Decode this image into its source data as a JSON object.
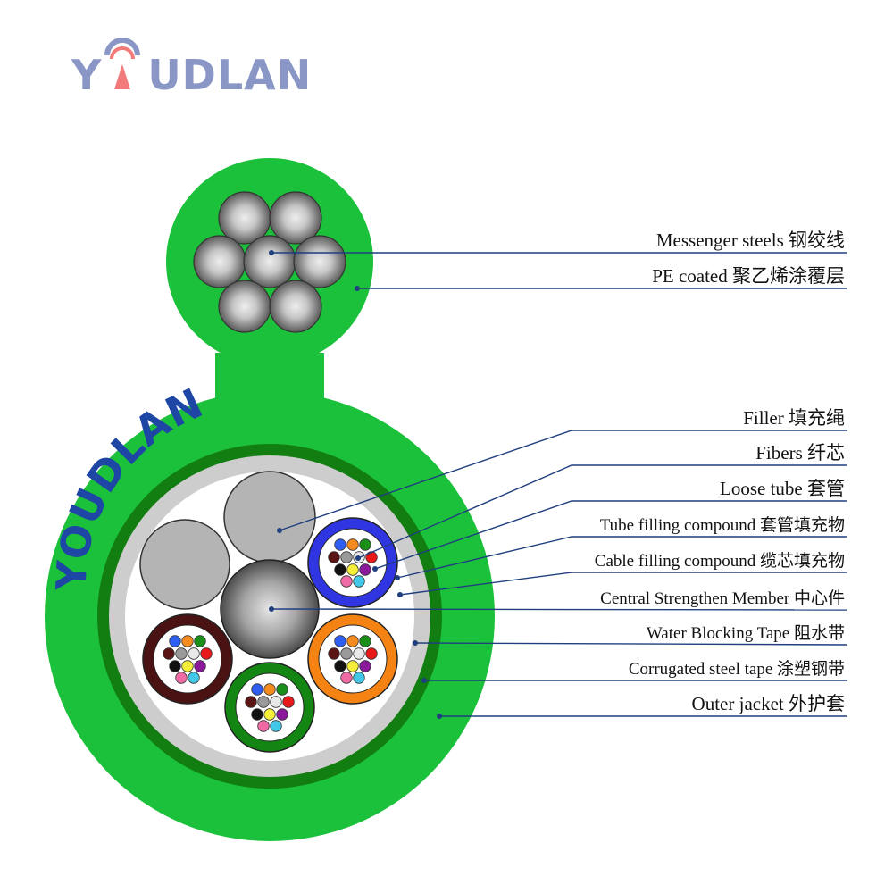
{
  "brand": {
    "name": "YOUDLAN",
    "prefix": "Y",
    "suffix": "UDLAN",
    "color": "#8a97c6",
    "accent": "#f27a7a"
  },
  "colors": {
    "jacket": "#1bc13a",
    "steel_band": "#127d10",
    "water_tape": "#cdcdcd",
    "filling": "#ffffff",
    "filler": "#b4b4b4",
    "leader": "#1f3f7f",
    "jacket_logo": "#1e46a4",
    "jacket_logo_accent": "#c0302a"
  },
  "tubes": [
    {
      "name": "blue",
      "color": "#2f35e0"
    },
    {
      "name": "brown",
      "color": "#4a1212"
    },
    {
      "name": "green",
      "color": "#128512"
    },
    {
      "name": "orange",
      "color": "#f58314"
    }
  ],
  "fiber_colors": [
    "#2f5ff2",
    "#f58a1e",
    "#1a8f1a",
    "#5a1414",
    "#9a9a9a",
    "#e9e9e9",
    "#e81919",
    "#111111",
    "#f5ee3a",
    "#8a1a9a",
    "#f06aa6",
    "#43c7e6"
  ],
  "labels": [
    {
      "id": "messenger-steels",
      "text": "Messenger steels 钢绞线",
      "size": 21
    },
    {
      "id": "pe-coated",
      "text": "PE coated 聚乙烯涂覆层",
      "size": 21
    },
    {
      "id": "filler",
      "text": "Filler 填充绳",
      "size": 21
    },
    {
      "id": "fibers",
      "text": "Fibers 纤芯",
      "size": 21
    },
    {
      "id": "loose-tube",
      "text": "Loose tube 套管",
      "size": 21
    },
    {
      "id": "tube-filling-compound",
      "text": "Tube filling compound 套管填充物",
      "size": 19
    },
    {
      "id": "cable-filling-compound",
      "text": "Cable filling compound 缆芯填充物",
      "size": 19
    },
    {
      "id": "central-strengthen-member",
      "text": "Central Strengthen Member 中心件",
      "size": 19
    },
    {
      "id": "water-blocking-tape",
      "text": "Water Blocking Tape 阻水带",
      "size": 19
    },
    {
      "id": "corrugated-steel-tape",
      "text": "Corrugated steel tape 涂塑钢带",
      "size": 19
    },
    {
      "id": "outer-jacket",
      "text": "Outer jacket 外护套",
      "size": 21
    }
  ]
}
